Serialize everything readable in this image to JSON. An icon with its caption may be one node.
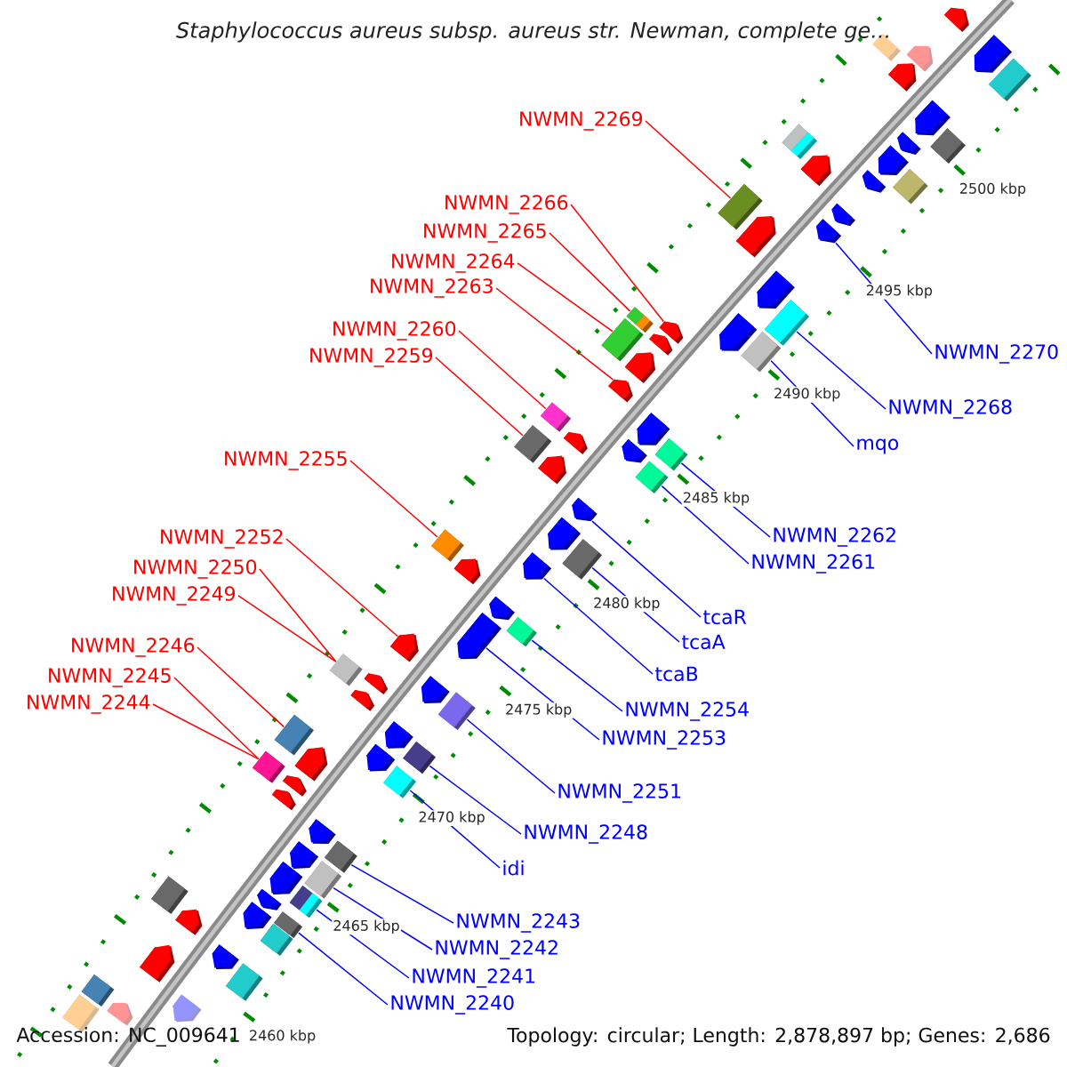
{
  "diagram": {
    "title": "Staphylococcus aureus subsp. aureus str. Newman, complete ge...",
    "nodes": [
      {
        "text": [
          "NWMN_2269"
        ]
      },
      {
        "text": [
          "NWMN_2266"
        ]
      },
      {
        "text": [
          "NWMN_2265"
        ]
      },
      {
        "text": [
          "NWMN_2264"
        ]
      },
      {
        "text": [
          "NWMN_2263"
        ]
      },
      {
        "text": [
          "NWMN_2260"
        ]
      },
      {
        "text": [
          "NWMN_2259"
        ]
      },
      {
        "text": [
          "NWMN_2255"
        ]
      },
      {
        "text": [
          "NWMN_2252"
        ]
      },
      {
        "text": [
          "NWMN_2250"
        ]
      },
      {
        "text": [
          "NWMN_2249"
        ]
      },
      {
        "text": [
          "NWMN_2246"
        ]
      },
      {
        "text": [
          "NWMN_2245"
        ]
      },
      {
        "text": [
          "NWMN_2244"
        ]
      },
      {
        "text": [
          "NWMN_2270"
        ]
      },
      {
        "text": [
          "NWMN_2268"
        ]
      },
      {
        "text": [
          "mqo"
        ]
      },
      {
        "text": [
          "NWMN_2262"
        ]
      },
      {
        "text": [
          "NWMN_2261"
        ]
      },
      {
        "text": [
          "tcaR"
        ]
      },
      {
        "text": [
          "tcaA"
        ]
      },
      {
        "text": [
          "tcaB"
        ]
      },
      {
        "text": [
          "NWMN_2254"
        ]
      },
      {
        "text": [
          "NWMN_2253"
        ]
      },
      {
        "text": [
          "NWMN_2251"
        ]
      },
      {
        "text": [
          "NWMN_2248"
        ]
      },
      {
        "text": [
          "idi"
        ]
      },
      {
        "text": [
          "NWMN_2243"
        ]
      },
      {
        "text": [
          "NWMN_2242"
        ]
      },
      {
        "text": [
          "NWMN_2241"
        ]
      },
      {
        "text": [
          "NWMN_2240"
        ]
      },
      {
        "text": [],
        "shape": "arrow"
      },
      {
        "text": [],
        "shape": "box"
      },
      {
        "text": [],
        "shape": "arrow"
      },
      {
        "text": [],
        "shape": "arrow"
      },
      {
        "text": [],
        "shape": "arrow"
      },
      {
        "text": [],
        "shape": "box"
      },
      {
        "text": [],
        "shape": "arrow"
      },
      {
        "text": [],
        "shape": "diamond"
      },
      {
        "text": [],
        "shape": "arrow"
      },
      {
        "text": [],
        "shape": "diamond"
      },
      {
        "text": [],
        "shape": "arrow"
      },
      {
        "text": [],
        "shape": "arrow"
      },
      {
        "text": [],
        "shape": "arrow"
      },
      {
        "text": [],
        "shape": "diamond"
      },
      {
        "text": [],
        "shape": "box"
      },
      {
        "text": [],
        "shape": "arrow"
      },
      {
        "text": [],
        "shape": "arrow"
      },
      {
        "text": [],
        "shape": "arrow"
      },
      {
        "text": [],
        "shape": "arrow"
      },
      {
        "text": [],
        "shape": "box"
      },
      {
        "text": [],
        "shape": "box"
      },
      {
        "text": [],
        "shape": "arrow"
      },
      {
        "text": [],
        "shape": "arrow"
      },
      {
        "text": [],
        "shape": "box"
      },
      {
        "text": [],
        "shape": "arrow"
      },
      {
        "text": [],
        "shape": "box"
      },
      {
        "text": [],
        "shape": "arrow"
      },
      {
        "text": [],
        "shape": "arrow"
      },
      {
        "text": [],
        "shape": "box"
      },
      {
        "text": [],
        "shape": "arrow"
      },
      {
        "text": [],
        "shape": "arrow"
      },
      {
        "text": [],
        "shape": "box"
      },
      {
        "text": [],
        "shape": "arrow"
      },
      {
        "text": [],
        "shape": "box"
      },
      {
        "text": [],
        "shape": "arrow"
      },
      {
        "text": [],
        "shape": "box"
      },
      {
        "text": [],
        "shape": "arrow"
      },
      {
        "text": [],
        "shape": "arrow"
      },
      {
        "text": [],
        "shape": "box"
      },
      {
        "text": [],
        "shape": "box"
      },
      {
        "text": [],
        "shape": "arrow"
      },
      {
        "text": [],
        "shape": "arrow"
      },
      {
        "text": [],
        "shape": "arrow"
      },
      {
        "text": [],
        "shape": "box"
      },
      {
        "text": [],
        "shape": "arrow"
      },
      {
        "text": [],
        "shape": "arrow"
      },
      {
        "text": [],
        "shape": "box"
      },
      {
        "text": [],
        "shape": "arrow"
      },
      {
        "text": [],
        "shape": "arrow"
      },
      {
        "text": [],
        "shape": "arrow"
      },
      {
        "text": [],
        "shape": "box"
      },
      {
        "text": [],
        "shape": "box"
      },
      {
        "text": [],
        "shape": "arrow"
      },
      {
        "text": [],
        "shape": "box"
      },
      {
        "text": [],
        "shape": "arrow"
      },
      {
        "text": [],
        "shape": "arrow"
      },
      {
        "text": [],
        "shape": "box"
      },
      {
        "text": [],
        "shape": "box"
      },
      {
        "text": [],
        "shape": "arrow"
      },
      {
        "text": [],
        "shape": "arrow"
      },
      {
        "text": [],
        "shape": "arrow"
      },
      {
        "text": [],
        "shape": "arrow"
      },
      {
        "text": [],
        "shape": "box"
      },
      {
        "text": [],
        "shape": "arrow"
      },
      {
        "text": [],
        "shape": "box"
      },
      {
        "text": [],
        "shape": "box"
      },
      {
        "text": [],
        "shape": "arrow"
      },
      {
        "text": [],
        "shape": "box"
      },
      {
        "text": [],
        "shape": "arrow"
      },
      {
        "text": [],
        "shape": "arrow"
      },
      {
        "text": [],
        "shape": "box"
      },
      {
        "text": [],
        "shape": "box"
      },
      {
        "text": [],
        "shape": "arrow"
      },
      {
        "text": [],
        "shape": "arrow"
      },
      {
        "text": [],
        "shape": "box"
      },
      {
        "text": [],
        "shape": "box"
      },
      {
        "text": [],
        "shape": "box"
      },
      {
        "text": [],
        "shape": "arrow"
      },
      {
        "text": [],
        "shape": "arrow"
      }
    ],
    "edges": [
      {
        "from": 0,
        "to": 45,
        "arrow": "none",
        "color": "#ff0000"
      },
      {
        "from": 1,
        "to": 52,
        "arrow": "none",
        "color": "#ff0000"
      },
      {
        "from": 2,
        "to": 50,
        "arrow": "none",
        "color": "#ff0000"
      },
      {
        "from": 3,
        "to": 54,
        "arrow": "none",
        "color": "#ff0000"
      },
      {
        "from": 4,
        "to": 58,
        "arrow": "none",
        "color": "#ff0000"
      },
      {
        "from": 5,
        "to": 59,
        "arrow": "none",
        "color": "#ff0000"
      },
      {
        "from": 6,
        "to": 62,
        "arrow": "none",
        "color": "#ff0000"
      },
      {
        "from": 7,
        "to": 69,
        "arrow": "none",
        "color": "#ff0000"
      },
      {
        "from": 8,
        "to": 76,
        "arrow": "none",
        "color": "#ff0000"
      },
      {
        "from": 9,
        "to": 77,
        "arrow": "none",
        "color": "#ff0000"
      },
      {
        "from": 10,
        "to": 77,
        "arrow": "none",
        "color": "#ff0000"
      },
      {
        "from": 11,
        "to": 82,
        "arrow": "none",
        "color": "#ff0000"
      },
      {
        "from": 12,
        "to": 87,
        "arrow": "none",
        "color": "#ff0000"
      },
      {
        "from": 13,
        "to": 87,
        "arrow": "none",
        "color": "#ff0000"
      },
      {
        "from": 14,
        "to": 48,
        "arrow": "none"
      },
      {
        "from": 15,
        "to": 51,
        "arrow": "none"
      },
      {
        "from": 16,
        "to": 56,
        "arrow": "none"
      },
      {
        "from": 17,
        "to": 64,
        "arrow": "none"
      },
      {
        "from": 18,
        "to": 66,
        "arrow": "none"
      },
      {
        "from": 19,
        "to": 67,
        "arrow": "none"
      },
      {
        "from": 20,
        "to": 70,
        "arrow": "none"
      },
      {
        "from": 21,
        "to": 72,
        "arrow": "none"
      },
      {
        "from": 22,
        "to": 74,
        "arrow": "none"
      },
      {
        "from": 23,
        "to": 75,
        "arrow": "none"
      },
      {
        "from": 24,
        "to": 81,
        "arrow": "none"
      },
      {
        "from": 25,
        "to": 84,
        "arrow": "none"
      },
      {
        "from": 26,
        "to": 88,
        "arrow": "none"
      },
      {
        "from": 27,
        "to": 93,
        "arrow": "none"
      },
      {
        "from": 28,
        "to": 95,
        "arrow": "none"
      },
      {
        "from": 29,
        "to": 98,
        "arrow": "none"
      },
      {
        "from": 30,
        "to": 101,
        "arrow": "none"
      }
    ],
    "labels": [
      "2500 kbp",
      "2495 kbp",
      "2490 kbp",
      "2485 kbp",
      "2480 kbp",
      "2475 kbp",
      "2470 kbp",
      "2465 kbp",
      "Accession: NC_009641",
      "2460 kbp",
      "Topology: circular; Length: 2,878,897 bp; Genes: 2,686"
    ]
  }
}
